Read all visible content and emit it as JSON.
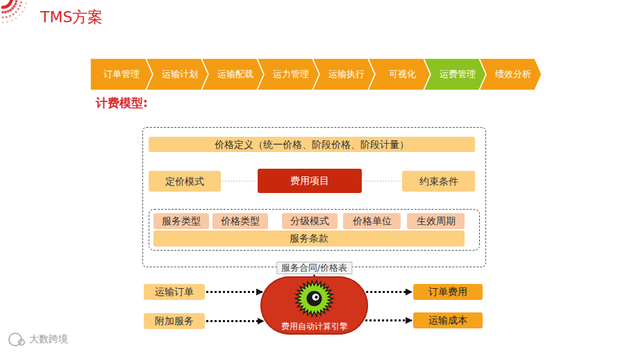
{
  "diagram": {
    "title": "TMS方案",
    "nodes": [
      {
        "text": [
          "订单管理"
        ]
      },
      {
        "text": [
          "运输计划"
        ]
      },
      {
        "text": [
          "运输配载"
        ]
      },
      {
        "text": [
          "运力管理"
        ]
      },
      {
        "text": [
          "运输执行"
        ]
      },
      {
        "text": [
          "可视化"
        ]
      },
      {
        "text": [
          "运费管理"
        ]
      },
      {
        "text": [
          "绩效分析"
        ]
      },
      {
        "text": [
          "服务合同/价格表"
        ]
      },
      {
        "text": [
          "价格定义（统一价格、阶段价格、阶段计量）"
        ],
        "in": 8
      },
      {
        "text": [
          "定价模式"
        ],
        "in": 8
      },
      {
        "text": [
          "费用项目"
        ],
        "in": 8
      },
      {
        "text": [
          "约束条件"
        ],
        "in": 8
      },
      {
        "text": [
          "服务类型"
        ],
        "in": 8
      },
      {
        "text": [
          "价格类型"
        ],
        "in": 8
      },
      {
        "text": [
          "分级模式"
        ],
        "in": 8
      },
      {
        "text": [
          "价格单位"
        ],
        "in": 8
      },
      {
        "text": [
          "生效周期"
        ],
        "in": 8
      },
      {
        "text": [
          "服务条款"
        ],
        "in": 8
      },
      {
        "text": [
          "运输订单"
        ]
      },
      {
        "text": [
          "费用自动计算引擎"
        ]
      },
      {
        "text": [
          "附加服务"
        ]
      },
      {
        "text": [
          "订单费用"
        ]
      },
      {
        "text": [
          "运输成本"
        ]
      }
    ],
    "edges": [
      {
        "from": 10,
        "to": 11,
        "arrow": "none"
      },
      {
        "from": 11,
        "to": 12,
        "arrow": "none"
      },
      {
        "from": 8,
        "to": 20,
        "arrow": "to"
      },
      {
        "from": 19,
        "to": 20,
        "arrow": "to"
      },
      {
        "from": 21,
        "to": 20,
        "arrow": "to"
      },
      {
        "from": 20,
        "to": 22,
        "arrow": "to"
      },
      {
        "from": 20,
        "to": 23,
        "arrow": "to"
      }
    ],
    "labels": [
      "计费模型:",
      "大数跨境"
    ]
  }
}
